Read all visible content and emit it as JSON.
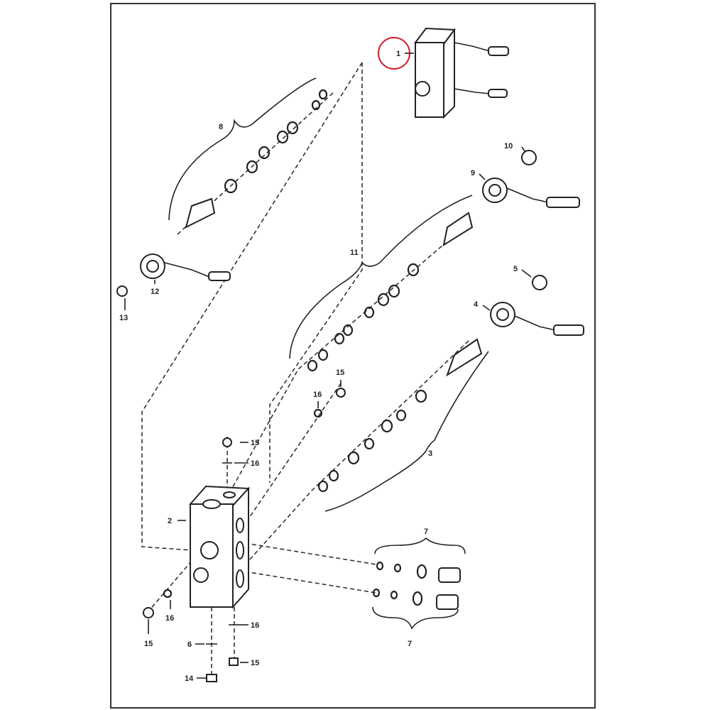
{
  "diagram": {
    "highlight_color": "#d0202a",
    "callouts": {
      "c1": "1",
      "c8": "8",
      "c10": "10",
      "c9": "9",
      "c11": "11",
      "c12": "12",
      "c13": "13",
      "c5": "5",
      "c4": "4",
      "c15a": "15",
      "c16a": "16",
      "c15b": "15",
      "c16b": "16",
      "c2": "2",
      "c3": "3",
      "c7a": "7",
      "c7b": "7",
      "c16c": "16",
      "c15c": "15",
      "c16d": "16",
      "c6": "6",
      "c15d": "15",
      "c14": "14"
    }
  }
}
